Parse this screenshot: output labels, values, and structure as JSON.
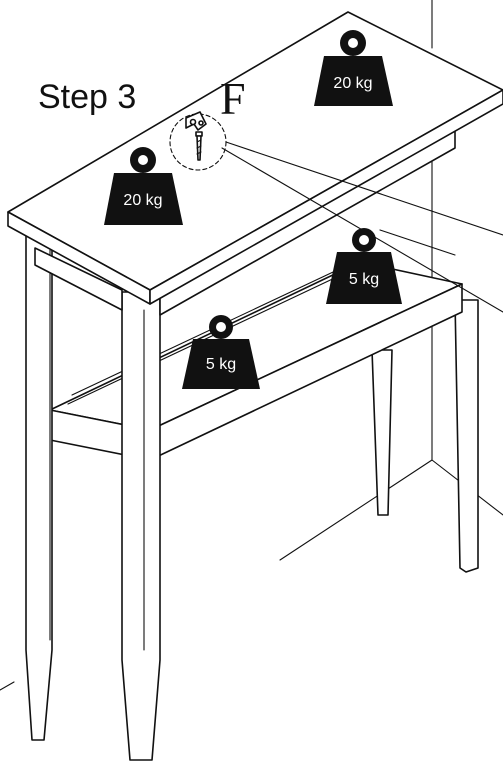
{
  "step_label": "Step 3",
  "part_letter": "F",
  "weights": {
    "top_back": "20 kg",
    "top_front": "20 kg",
    "shelf_back": "5 kg",
    "shelf_front": "5 kg"
  },
  "colors": {
    "ink": "#111111",
    "paper": "#ffffff"
  },
  "icons": [
    "weight-icon",
    "wall-bracket-icon",
    "screw-icon"
  ]
}
